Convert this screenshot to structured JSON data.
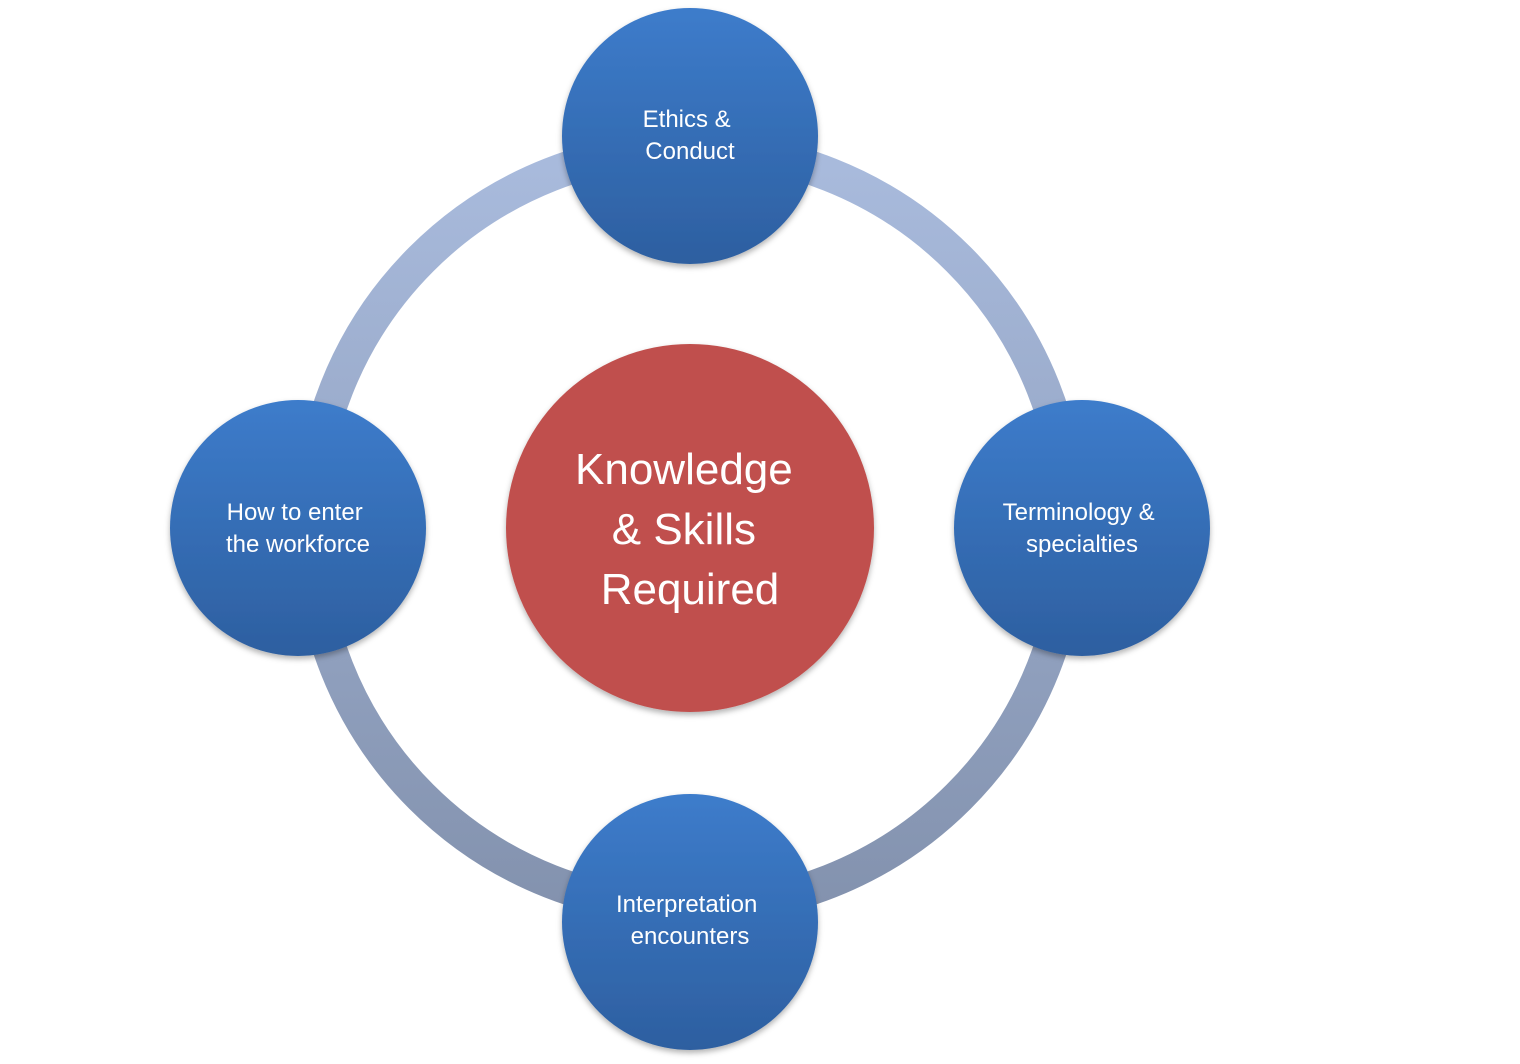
{
  "diagram": {
    "center": {
      "lines": [
        "Knowledge",
        "& Skills",
        "Required"
      ],
      "color": "#C0504D"
    },
    "ring_color": "#A4B6D9",
    "node_color": "#3B74C0",
    "nodes": [
      {
        "id": "top",
        "lines": [
          "Ethics &",
          "Conduct"
        ]
      },
      {
        "id": "right",
        "lines": [
          "Terminology &",
          "specialties"
        ]
      },
      {
        "id": "bottom",
        "lines": [
          "Interpretation",
          "encounters"
        ]
      },
      {
        "id": "left",
        "lines": [
          "How to enter",
          "the workforce"
        ]
      }
    ]
  }
}
